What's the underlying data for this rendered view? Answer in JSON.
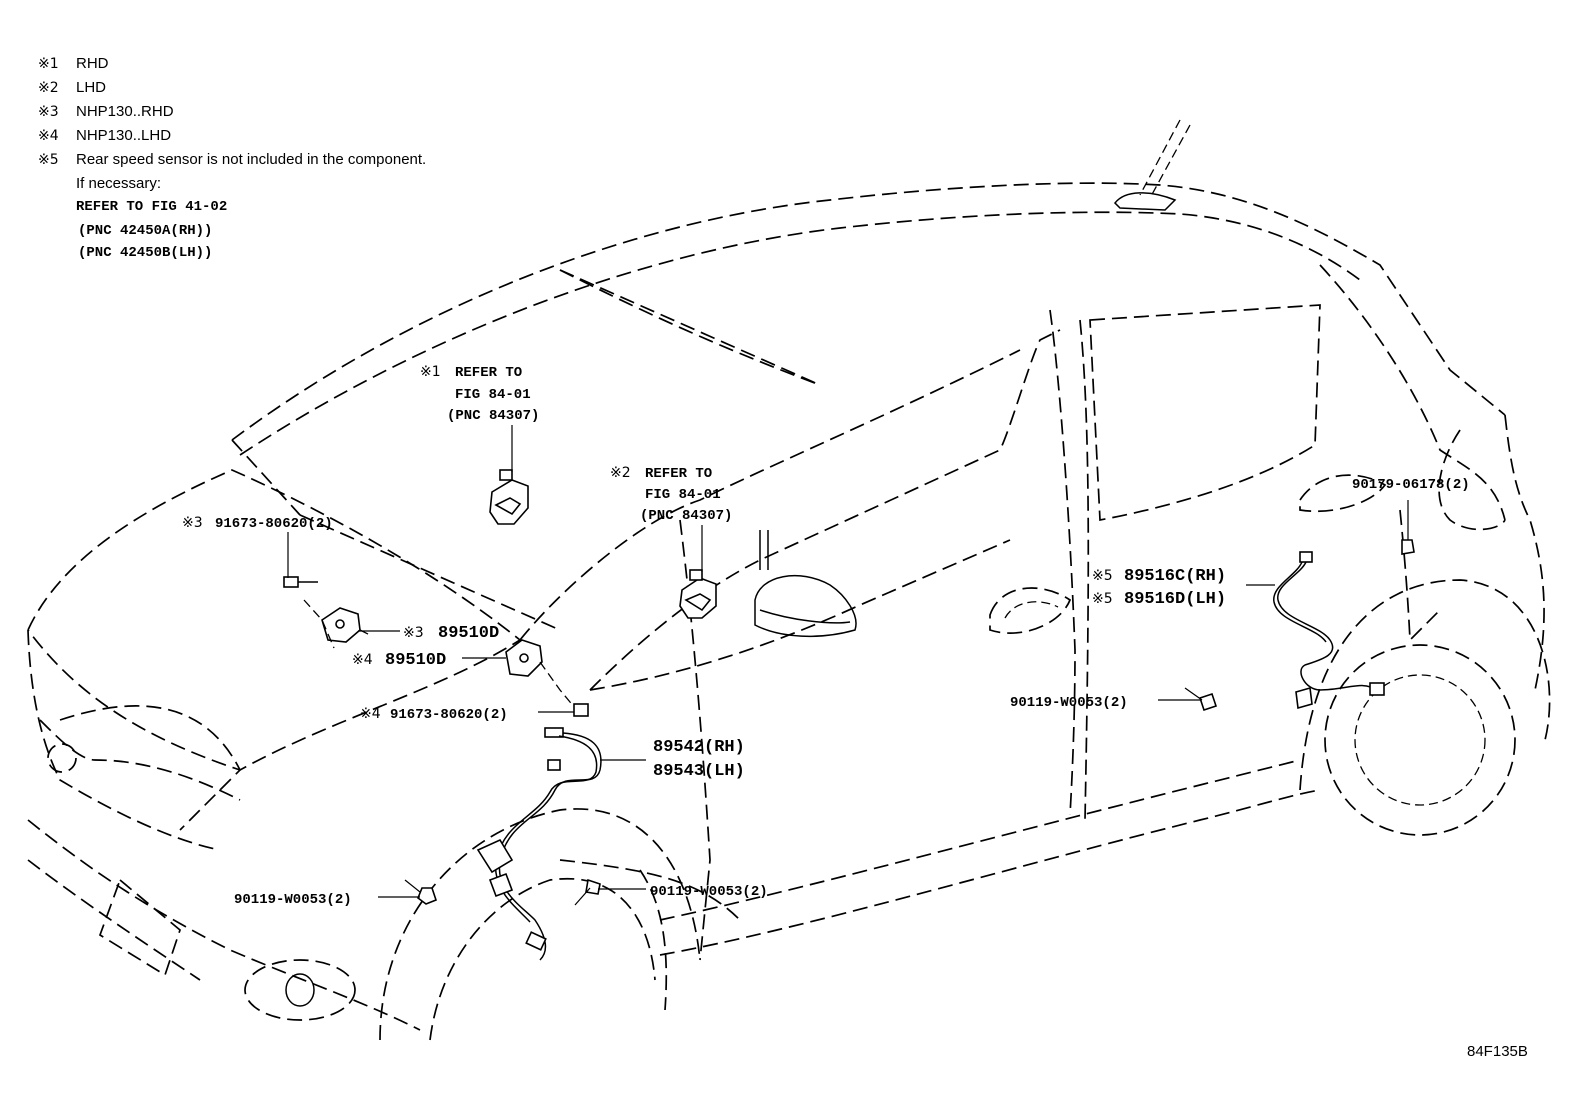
{
  "notes": [
    {
      "mark": "※1",
      "text": "RHD"
    },
    {
      "mark": "※2",
      "text": "LHD"
    },
    {
      "mark": "※3",
      "text": "NHP130..RHD"
    },
    {
      "mark": "※4",
      "text": "NHP130..LHD"
    },
    {
      "mark": "※5",
      "text": "Rear speed sensor is not included in the component."
    }
  ],
  "note5_detail": {
    "line1": "If necessary:",
    "line2": "REFER TO FIG 41-02",
    "line3": "(PNC 42450A(RH))",
    "line4": "(PNC 42450B(LH))"
  },
  "callouts": {
    "ref1": {
      "mark": "※1",
      "line1": "REFER TO",
      "line2": "FIG 84-01",
      "line3": "(PNC 84307)"
    },
    "ref2": {
      "mark": "※2",
      "line1": "REFER TO",
      "line2": "FIG 84-01",
      "line3": "(PNC 84307)"
    },
    "bolt3": {
      "mark": "※3",
      "text": "91673-80620(2)"
    },
    "sensor3": {
      "mark": "※3",
      "text": "89510D"
    },
    "sensor4": {
      "mark": "※4",
      "text": "89510D"
    },
    "bolt4": {
      "mark": "※4",
      "text": "91673-80620(2)"
    },
    "front_sensor_rh": "89542(RH)",
    "front_sensor_lh": "89543(LH)",
    "bolt_front_left": "90119-W0053(2)",
    "bolt_front_right": "90119-W0053(2)",
    "bolt_rear": "90119-W0053(2)",
    "rear_sensor_rh": {
      "mark": "※5",
      "text": "89516C(RH)"
    },
    "rear_sensor_lh": {
      "mark": "※5",
      "text": "89516D(LH)"
    },
    "clip_rear": "90179-06178(2)"
  },
  "figure_code": "84F135B"
}
